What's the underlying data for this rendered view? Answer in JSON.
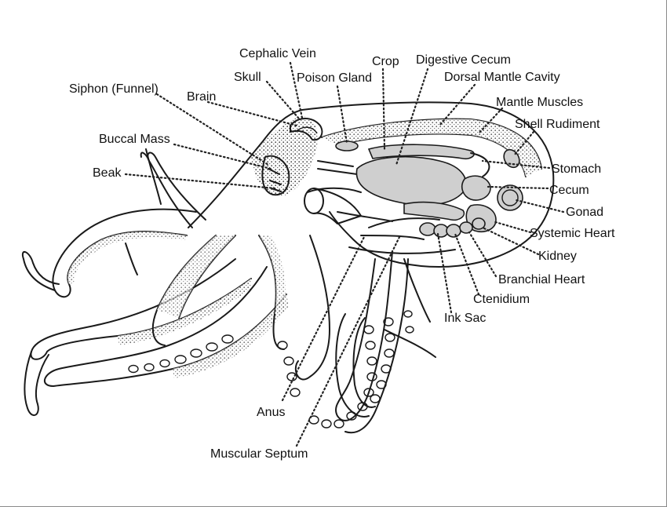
{
  "labels": {
    "cephalic_vein": "Cephalic Vein",
    "crop": "Crop",
    "digestive_cecum": "Digestive Cecum",
    "skull": "Skull",
    "poison_gland": "Poison Gland",
    "dorsal_mantle_cavity": "Dorsal Mantle Cavity",
    "siphon": "Siphon (Funnel)",
    "brain": "Brain",
    "mantle_muscles": "Mantle Muscles",
    "shell_rudiment": "Shell Rudiment",
    "buccal_mass": "Buccal Mass",
    "stomach": "Stomach",
    "beak": "Beak",
    "cecum": "Cecum",
    "gonad": "Gonad",
    "systemic_heart": "Systemic Heart",
    "kidney": "Kidney",
    "branchial_heart": "Branchial Heart",
    "ctenidium": "Ctenidium",
    "ink_sac": "Ink Sac",
    "anus": "Anus",
    "muscular_septum": "Muscular Septum"
  }
}
